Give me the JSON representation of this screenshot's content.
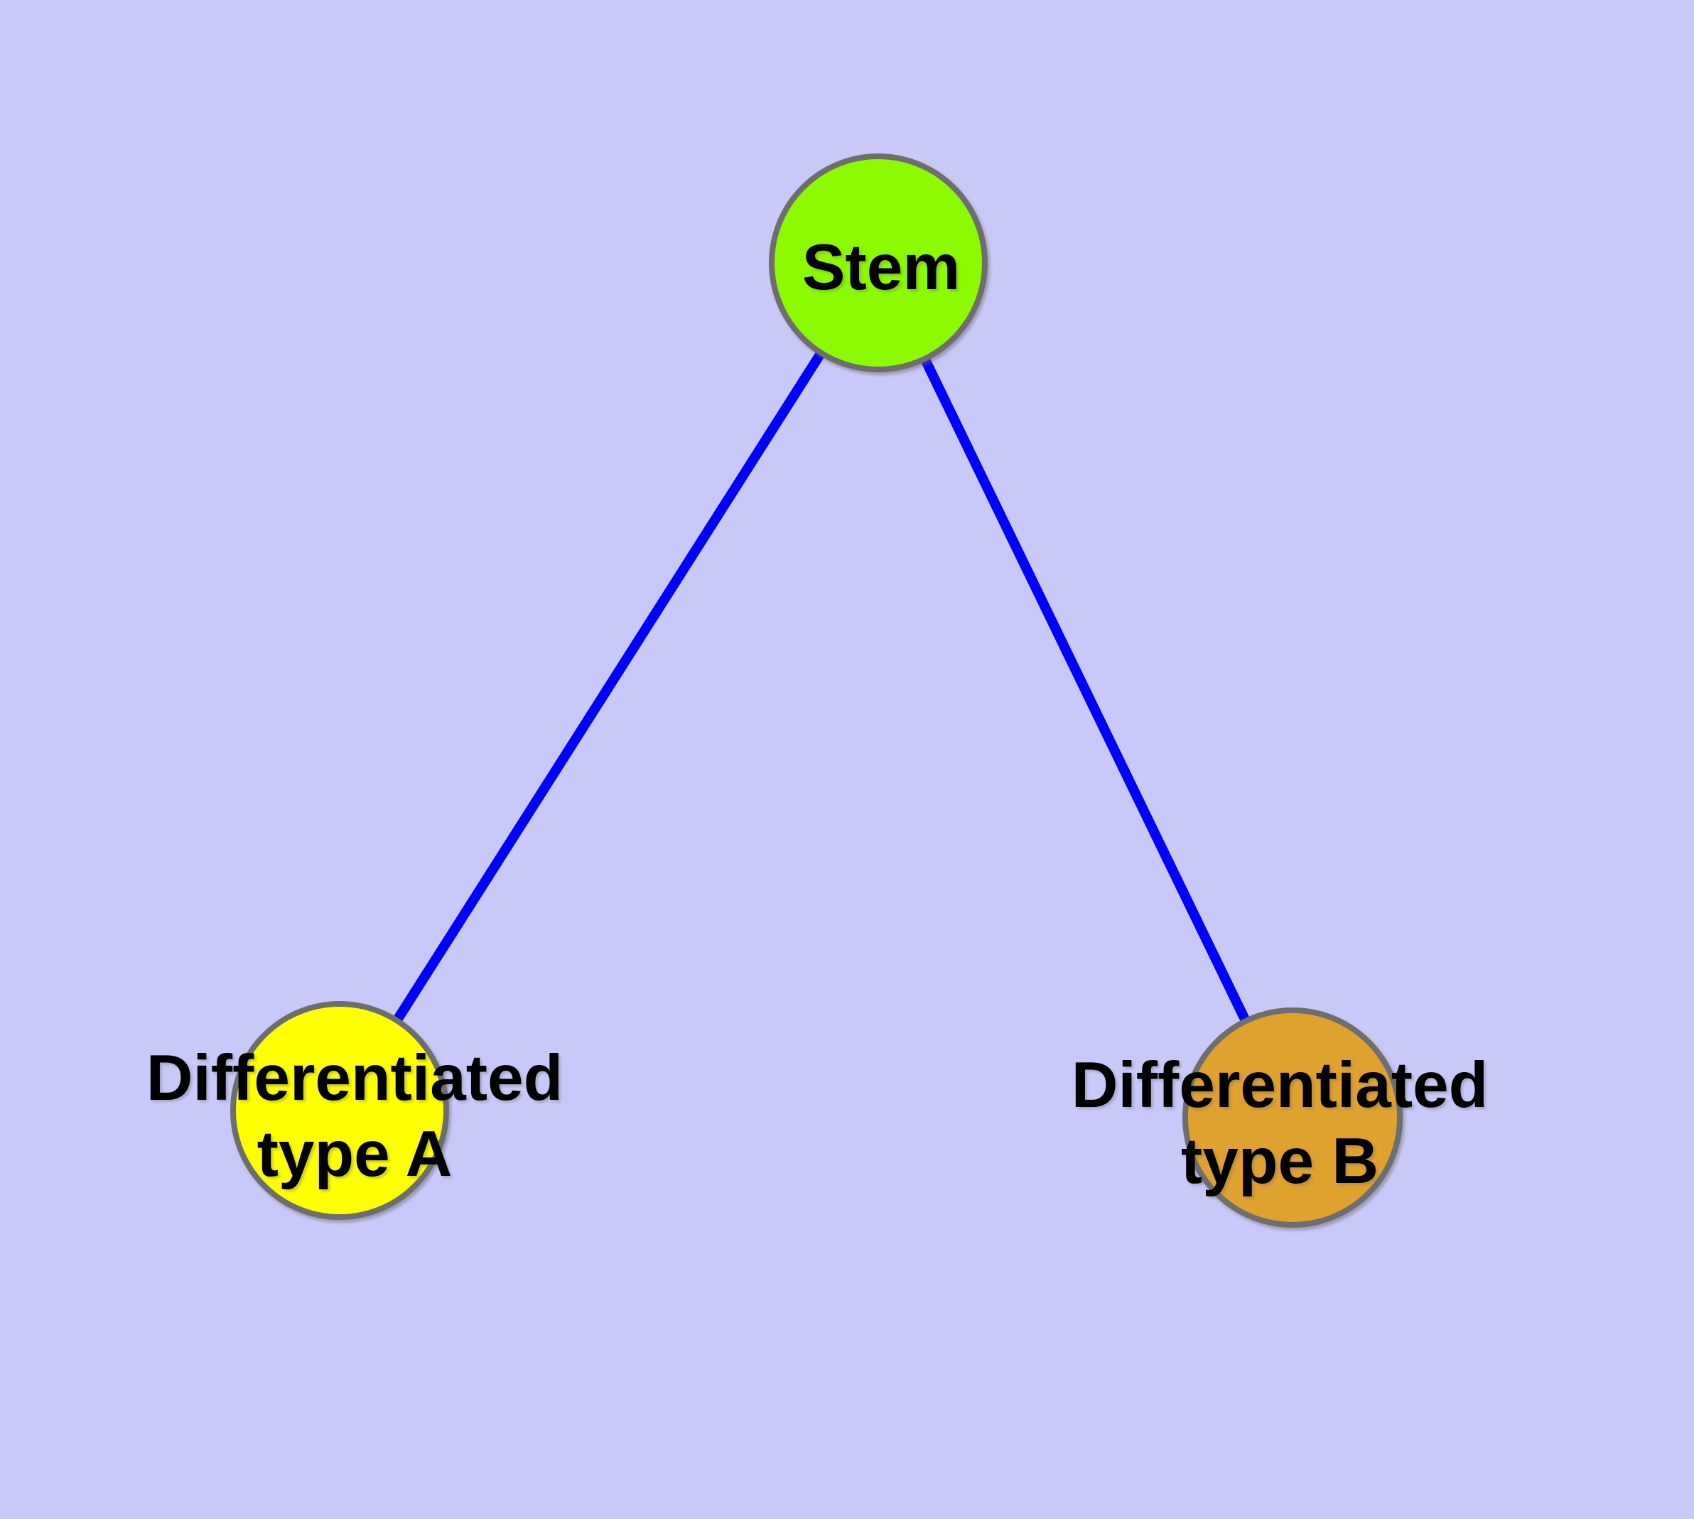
{
  "canvas": {
    "background_color": "#C9C9F9"
  },
  "edges": {
    "color": "#0000FB",
    "items": [
      {
        "from": "Stem",
        "to": "Differentiated type A"
      },
      {
        "from": "Stem",
        "to": "Differentiated type B"
      }
    ]
  },
  "nodes": {
    "border_color": "#6E6E6E",
    "stem": {
      "label": "Stem",
      "fill_color": "#8CFA00"
    },
    "type_a": {
      "label_line1": "Differentiated",
      "label_line2": "type A",
      "fill_color": "#FFFF00"
    },
    "type_b": {
      "label_line1": "Differentiated",
      "label_line2": "type B",
      "fill_color": "#E0A22E"
    }
  },
  "labels": {
    "color": "#000000"
  }
}
